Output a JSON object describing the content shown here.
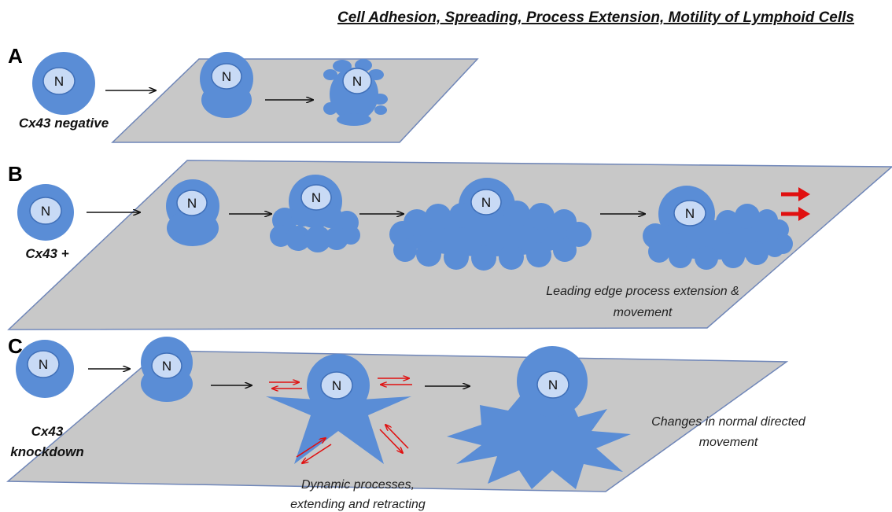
{
  "title": "Cell Adhesion, Spreading, Process Extension, Motility of Lymphoid Cells",
  "nucleus_label": "N",
  "colors": {
    "cell": "#5a8dd6",
    "nucleus": "#c8daf5",
    "plane": "#c8c8c8",
    "plane_border": "#6f86b8",
    "red_arrow": "#e01010"
  },
  "panels": {
    "a": {
      "letter": "A",
      "label": "Cx43 negative"
    },
    "b": {
      "letter": "B",
      "label": "Cx43 +",
      "caption_line1": "Leading edge process extension &",
      "caption_line2": "movement"
    },
    "c": {
      "letter": "C",
      "label_line1": "Cx43",
      "label_line2": "knockdown",
      "caption1_line1": "Dynamic processes,",
      "caption1_line2": "extending and retracting",
      "caption2_line1": "Changes in normal directed",
      "caption2_line2": "movement"
    }
  }
}
